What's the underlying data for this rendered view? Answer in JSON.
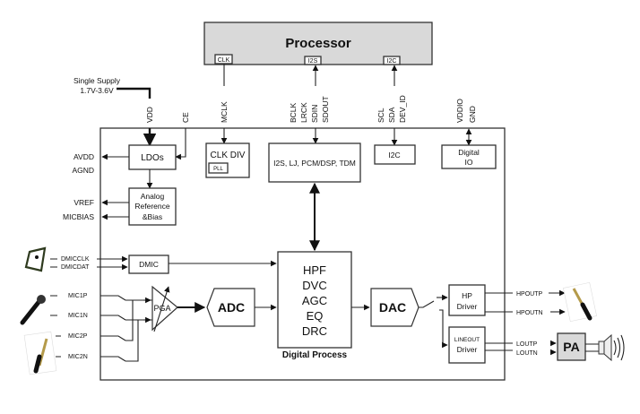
{
  "processor": {
    "title": "Processor",
    "ports": {
      "clk": "CLK",
      "i2s": "I2S",
      "i2c": "I2C"
    }
  },
  "supply": {
    "line1": "Single Supply",
    "line2": "1.7V-3.6V"
  },
  "pins_top": {
    "vdd": "VDD",
    "ce": "CE",
    "mclk": "MCLK",
    "bclk": "BCLK",
    "lrck": "LRCK",
    "sdin": "SDIN",
    "sdout": "SDOUT",
    "scl": "SCL",
    "sda": "SDA",
    "dev_id": "DEV_ID",
    "vddio": "VDDIO",
    "gnd": "GND"
  },
  "pins_left": {
    "avdd": "AVDD",
    "agnd": "AGND",
    "vref": "VREF",
    "micbias": "MICBIAS",
    "dmicclk": "DMICCLK",
    "dmicdat": "DMICDAT",
    "mic1p": "MIC1P",
    "mic1n": "MIC1N",
    "mic2p": "MIC2P",
    "mic2n": "MIC2N"
  },
  "pins_right": {
    "hpoutp": "HPOUTP",
    "hpoutn": "HPOUTN",
    "loutp": "LOUTP",
    "loutn": "LOUTN"
  },
  "blocks": {
    "ldos": "LDOs",
    "clkdiv": "CLK DIV",
    "pll": "PLL",
    "interface": "I2S, LJ, PCM/DSP, TDM",
    "i2c": "I2C",
    "digital_io_1": "Digital",
    "digital_io_2": "IO",
    "analog_1": "Analog",
    "analog_2": "Reference",
    "analog_3": "&Bias",
    "dmic": "DMIC",
    "pga": "PGA",
    "adc": "ADC",
    "dac": "DAC",
    "dsp_items": [
      "HPF",
      "DVC",
      "AGC",
      "EQ",
      "DRC"
    ],
    "dsp_caption": "Digital Process",
    "hp_1": "HP",
    "hp_2": "Driver",
    "lineout_1": "LINEOUT",
    "lineout_2": "Driver",
    "pa": "PA"
  },
  "icons": [
    "digital-mic-icon",
    "microphone-icon",
    "audio-jack-icon",
    "headphone-jack-icon",
    "speaker-icon"
  ]
}
